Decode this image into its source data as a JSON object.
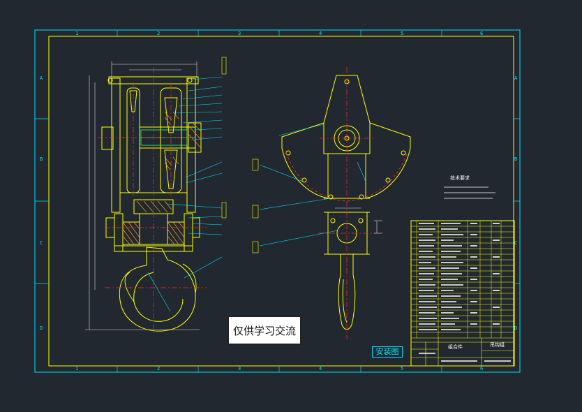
{
  "drawing": {
    "zone_columns": [
      "1",
      "2",
      "3",
      "4",
      "5",
      "6"
    ],
    "zone_rows": [
      "A",
      "B",
      "C",
      "D"
    ],
    "tech_requirements_title": "技术要求",
    "watermark": "仅供学习交流",
    "title_stamp": "安装图",
    "title_block": {
      "part_name": "组合件",
      "drawing_type": "吊钩组"
    }
  },
  "colors": {
    "background": "#212830",
    "frame": "#00e5ff",
    "outline": "#ffff00",
    "centerline": "#ff2a2a",
    "leader": "#00e5ff",
    "section": "#ff9a1a",
    "text": "#ffffff"
  }
}
